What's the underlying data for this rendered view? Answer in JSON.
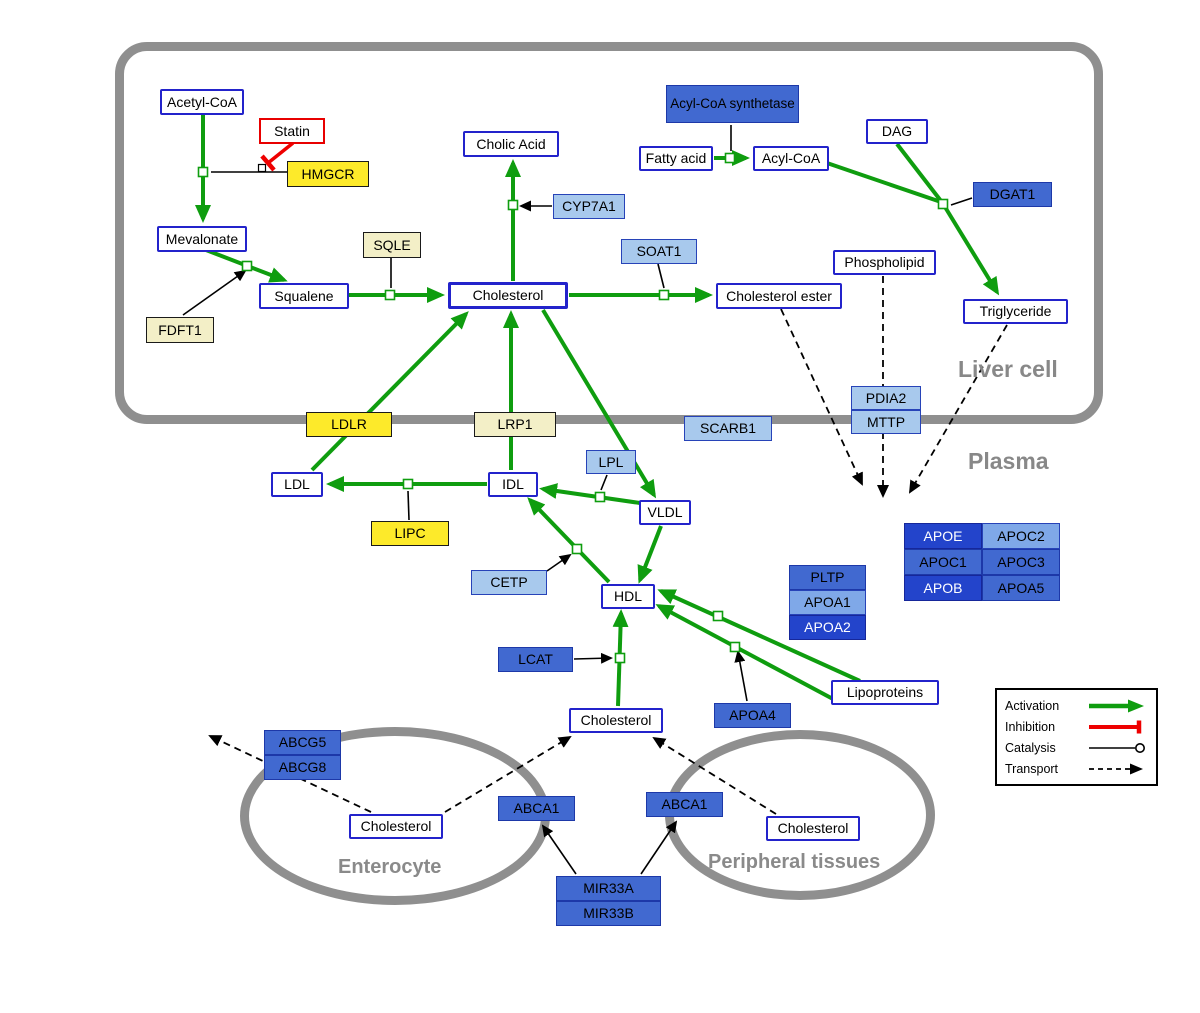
{
  "compartments": {
    "liver": "Liver cell",
    "plasma": "Plasma",
    "enterocyte": "Enterocyte",
    "peripheral": "Peripheral tissues"
  },
  "legend": {
    "activation": "Activation",
    "inhibition": "Inhibition",
    "catalysis": "Catalysis",
    "transport": "Transport"
  },
  "colors": {
    "activation_green": "#0f9d0f",
    "inhibition_red": "#ee0000",
    "metabolite_border_blue": "#2323cb",
    "drug_border_red": "#e80000",
    "gene_yellow": "#fdea2a",
    "gene_pale_yellow": "#f3efc7",
    "gene_blue_light": "#a8c9ed",
    "gene_blue_medium_light": "#7fa8e8",
    "gene_blue_medium": "#4169d0",
    "gene_blue_dark": "#2344cb",
    "membrane_gray": "#8f8f8f"
  },
  "nodes": {
    "acetyl_coa": "Acetyl-CoA",
    "statin": "Statin",
    "hmgcr": "HMGCR",
    "mevalonate": "Mevalonate",
    "sqle": "SQLE",
    "fdft1": "FDFT1",
    "squalene": "Squalene",
    "cholesterol_liver": "Cholesterol",
    "cholic_acid": "Cholic Acid",
    "cyp7a1": "CYP7A1",
    "soat1": "SOAT1",
    "cholesterol_ester": "Cholesterol ester",
    "acyl_coa_synthetase": "Acyl-CoA synthetase",
    "fatty_acid": "Fatty acid",
    "acyl_coa": "Acyl-CoA",
    "dag": "DAG",
    "dgat1": "DGAT1",
    "phospholipid": "Phospholipid",
    "triglyceride": "Triglyceride",
    "ldlr": "LDLR",
    "lrp1": "LRP1",
    "scarb1": "SCARB1",
    "pdia2": "PDIA2",
    "mttp": "MTTP",
    "ldl": "LDL",
    "idl": "IDL",
    "lpl": "LPL",
    "vldl": "VLDL",
    "lipc": "LIPC",
    "cetp": "CETP",
    "hdl": "HDL",
    "lcat": "LCAT",
    "pltp": "PLTP",
    "apoa1": "APOA1",
    "apoa2": "APOA2",
    "apoa4": "APOA4",
    "lipoproteins": "Lipoproteins",
    "apoe": "APOE",
    "apoc2": "APOC2",
    "apoc1": "APOC1",
    "apoc3": "APOC3",
    "apob": "APOB",
    "apoa5": "APOA5",
    "cholesterol_plasma": "Cholesterol",
    "abcg5": "ABCG5",
    "abcg8": "ABCG8",
    "cholesterol_enterocyte": "Cholesterol",
    "abca1_enterocyte": "ABCA1",
    "abca1_peripheral": "ABCA1",
    "cholesterol_peripheral": "Cholesterol",
    "mir33a": "MIR33A",
    "mir33b": "MIR33B"
  },
  "edges": [
    {
      "type": "activation",
      "from": "Acetyl-CoA",
      "to": "Mevalonate",
      "catalyst": "HMGCR",
      "inhibitor": "Statin"
    },
    {
      "type": "activation",
      "from": "Mevalonate",
      "to": "Squalene",
      "catalyst": "FDFT1"
    },
    {
      "type": "activation",
      "from": "Squalene",
      "to": "Cholesterol",
      "catalyst": "SQLE"
    },
    {
      "type": "activation",
      "from": "Cholesterol",
      "to": "Cholic Acid",
      "catalyst": "CYP7A1"
    },
    {
      "type": "activation",
      "from": "Cholesterol",
      "to": "Cholesterol ester",
      "catalyst": "SOAT1"
    },
    {
      "type": "activation",
      "from": "Fatty acid",
      "to": "Acyl-CoA",
      "catalyst": "Acyl-CoA synthetase"
    },
    {
      "type": "activation",
      "from": "Acyl-CoA",
      "to": "Triglyceride",
      "catalyst": "DGAT1"
    },
    {
      "type": "activation",
      "from": "DAG",
      "to": "Triglyceride",
      "catalyst": "DGAT1"
    },
    {
      "type": "activation",
      "from": "LDL",
      "to": "Cholesterol",
      "via": "LDLR"
    },
    {
      "type": "activation",
      "from": "IDL",
      "to": "Cholesterol",
      "via": "LRP1"
    },
    {
      "type": "activation",
      "from": "Cholesterol",
      "to": "VLDL"
    },
    {
      "type": "activation",
      "from": "VLDL",
      "to": "IDL",
      "catalyst": "LPL"
    },
    {
      "type": "activation",
      "from": "IDL",
      "to": "LDL",
      "catalyst": "LIPC"
    },
    {
      "type": "activation",
      "from": "HDL",
      "to": "IDL",
      "catalyst": "CETP"
    },
    {
      "type": "activation",
      "from": "Cholesterol (plasma)",
      "to": "HDL",
      "catalyst": "LCAT"
    },
    {
      "type": "activation",
      "from": "VLDL",
      "to": "HDL"
    },
    {
      "type": "activation",
      "from": "Lipoproteins",
      "to": "HDL",
      "catalyst": "APOA4"
    },
    {
      "type": "activation",
      "from": "Lipoproteins",
      "to": "HDL"
    },
    {
      "type": "inhibition",
      "from": "Statin",
      "to": "HMGCR"
    },
    {
      "type": "catalysis",
      "from": "MIR33A/MIR33B",
      "to": "ABCA1 (enterocyte)"
    },
    {
      "type": "catalysis",
      "from": "MIR33A/MIR33B",
      "to": "ABCA1 (peripheral tissues)"
    },
    {
      "type": "transport",
      "from": "Cholesterol ester",
      "to": "plasma"
    },
    {
      "type": "transport",
      "from": "Phospholipid",
      "to": "plasma",
      "via": "PDIA2/MTTP"
    },
    {
      "type": "transport",
      "from": "Triglyceride",
      "to": "plasma"
    },
    {
      "type": "transport",
      "from": "Cholesterol (enterocyte)",
      "to": "out of cell",
      "via": "ABCG5/ABCG8"
    },
    {
      "type": "transport",
      "from": "Cholesterol (enterocyte)",
      "to": "Cholesterol (plasma)",
      "via": "ABCA1"
    },
    {
      "type": "transport",
      "from": "Cholesterol (peripheral tissues)",
      "to": "Cholesterol (plasma)",
      "via": "ABCA1"
    }
  ]
}
